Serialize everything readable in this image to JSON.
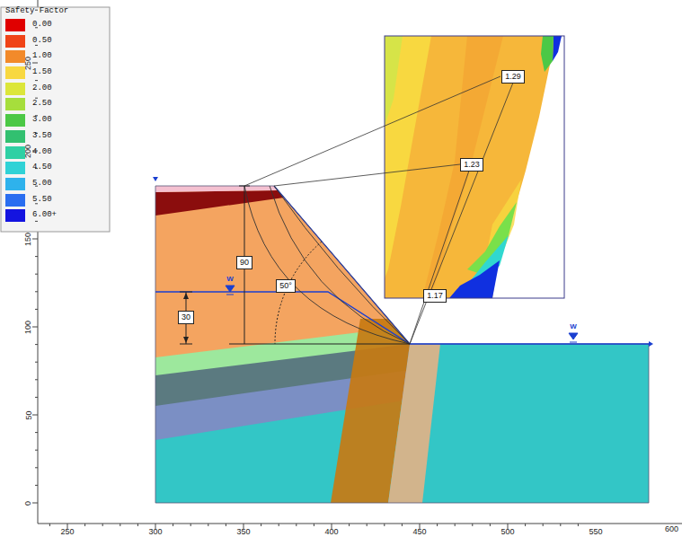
{
  "diagram": {
    "labels": [
      "Safety Factor",
      "1.29",
      "1.23",
      "1.17",
      "90",
      "50°",
      "30",
      "W",
      "W",
      "250",
      "200",
      "150",
      "100",
      "50",
      "0",
      "250",
      "300",
      "350",
      "400",
      "450",
      "500",
      "550",
      "600"
    ],
    "legend": [
      {
        "text": "0.00",
        "color": "#e00000"
      },
      {
        "text": "0.50",
        "color": "#f04418"
      },
      {
        "text": "1.00",
        "color": "#f28a2a"
      },
      {
        "text": "1.50",
        "color": "#f8d840"
      },
      {
        "text": "2.00",
        "color": "#dce63a"
      },
      {
        "text": "2.50",
        "color": "#a6de3c"
      },
      {
        "text": "3.00",
        "color": "#4cc846"
      },
      {
        "text": "3.50",
        "color": "#32c070"
      },
      {
        "text": "4.00",
        "color": "#2fd0a4"
      },
      {
        "text": "4.50",
        "color": "#30d2d6"
      },
      {
        "text": "5.00",
        "color": "#2eb2ec"
      },
      {
        "text": "5.50",
        "color": "#2a6ef0"
      },
      {
        "text": "6.00+",
        "color": "#1414e0"
      }
    ]
  }
}
